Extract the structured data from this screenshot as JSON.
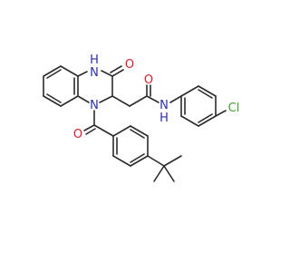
{
  "atoms": {
    "nh_amide_ring": {
      "label": "H\nN",
      "line1": "H",
      "line2": "N",
      "color": "#2e2ea8"
    },
    "o_ring_carbonyl": {
      "label": "O",
      "color": "#d0202a"
    },
    "n_ring_acyl": {
      "label": "N",
      "color": "#2e2ea8"
    },
    "o_side_carbonyl": {
      "label": "O",
      "color": "#d0202a"
    },
    "n_amide_side": {
      "label": "N\nH",
      "line1": "N",
      "line2": "H",
      "color": "#2e2ea8"
    },
    "cl": {
      "label": "Cl",
      "color": "#4a9e2e"
    },
    "o_benzoyl": {
      "label": "O",
      "color": "#d0202a"
    }
  },
  "colors": {
    "bond": "#2b2b2b",
    "background": "#ffffff"
  }
}
